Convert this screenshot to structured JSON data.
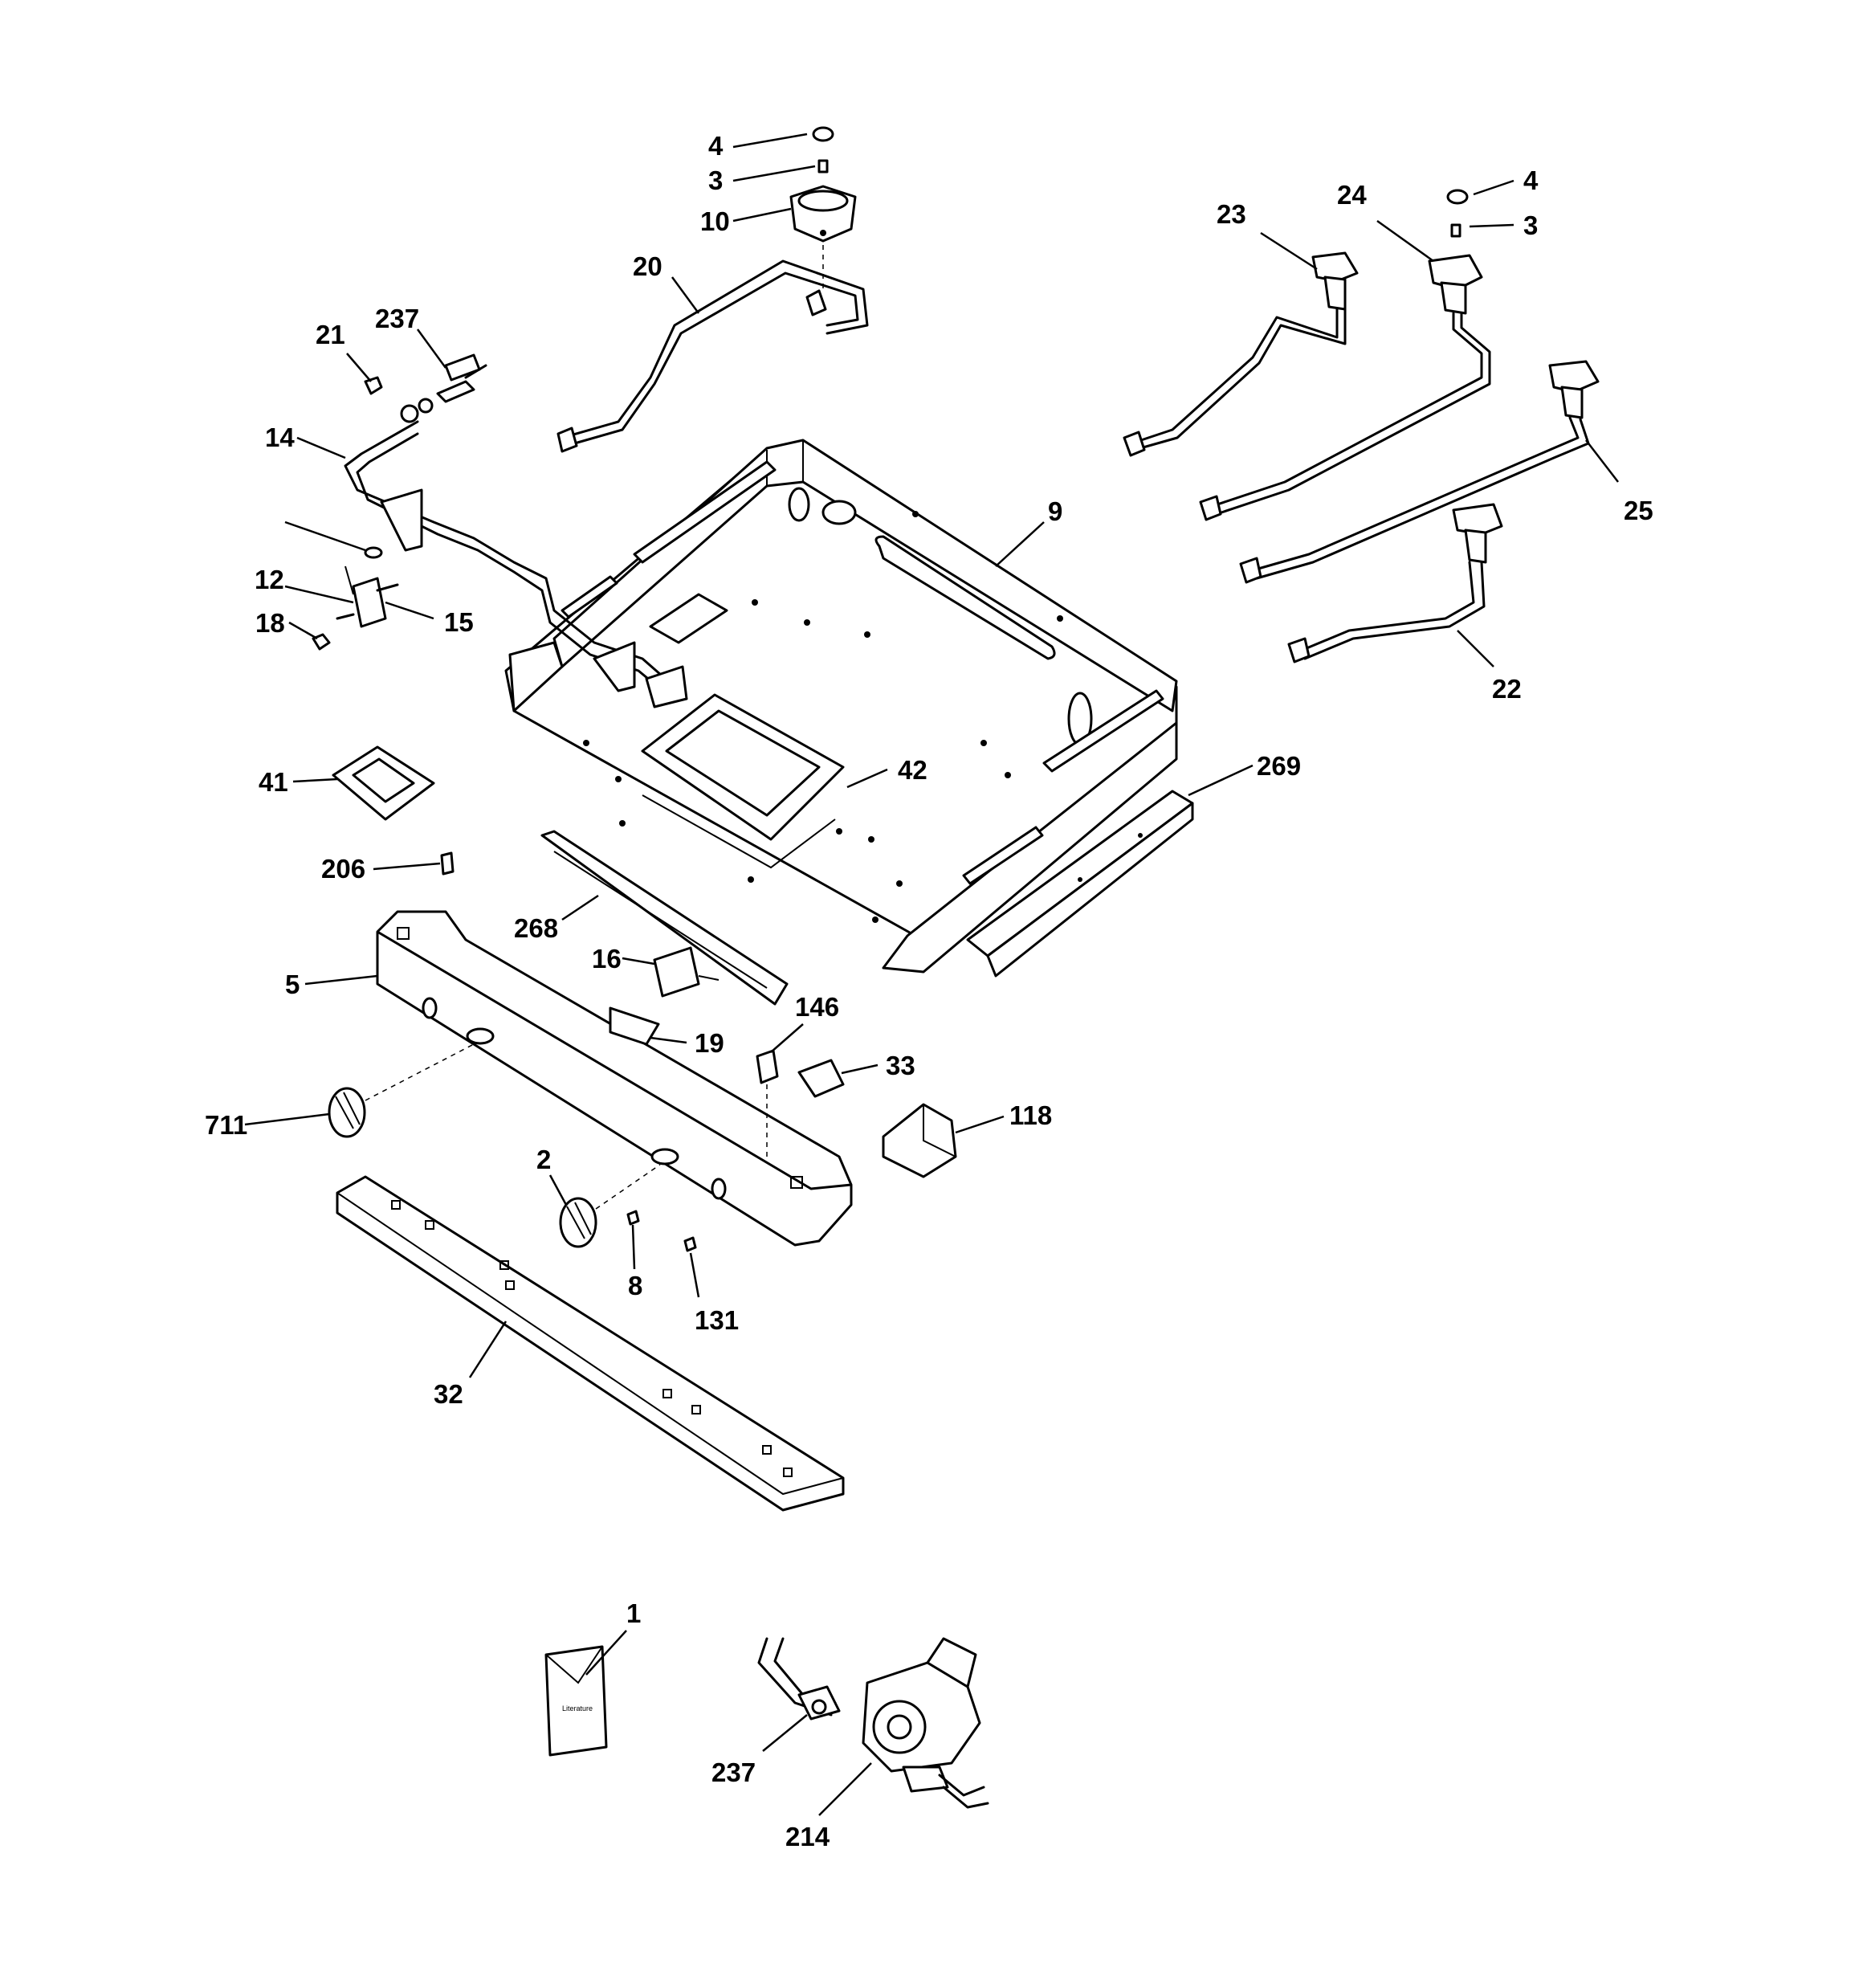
{
  "diagram": {
    "labels": {
      "l1": "1",
      "l2": "2",
      "l3a": "3",
      "l3b": "3",
      "l4a": "4",
      "l4b": "4",
      "l5": "5",
      "l8": "8",
      "l9": "9",
      "l10": "10",
      "l12": "12",
      "l14": "14",
      "l15": "15",
      "l16": "16",
      "l18": "18",
      "l19": "19",
      "l20": "20",
      "l21": "21",
      "l22": "22",
      "l23": "23",
      "l24": "24",
      "l25": "25",
      "l32": "32",
      "l33": "33",
      "l41": "41",
      "l42": "42",
      "l118": "118",
      "l131": "131",
      "l146": "146",
      "l206": "206",
      "l214": "214",
      "l237a": "237",
      "l237b": "237",
      "l268": "268",
      "l269": "269",
      "l711": "711"
    }
  }
}
